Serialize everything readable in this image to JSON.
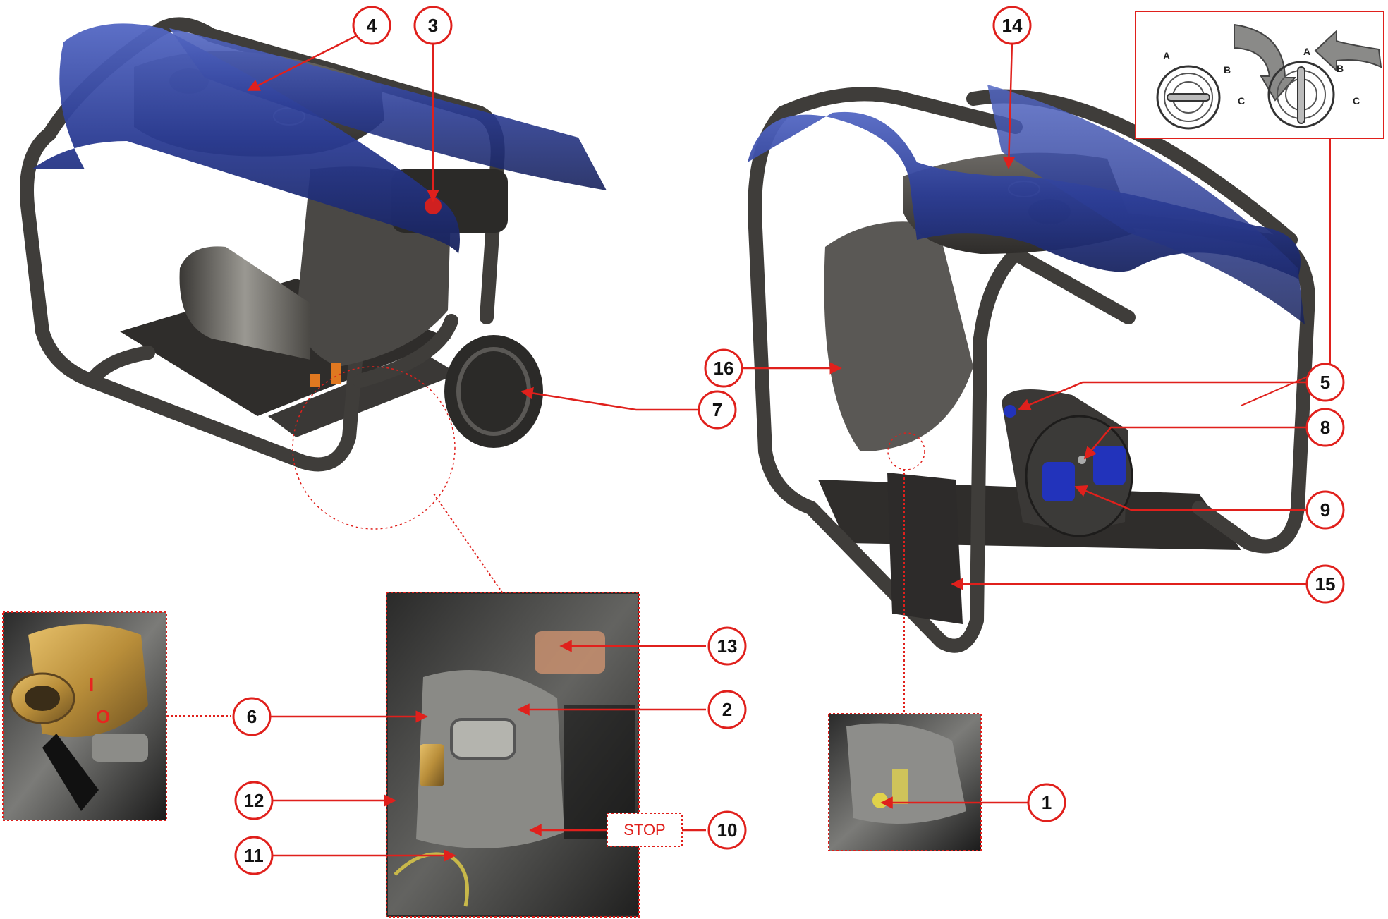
{
  "callouts": [
    {
      "id": "4",
      "label": "4"
    },
    {
      "id": "3",
      "label": "3"
    },
    {
      "id": "14",
      "label": "14"
    },
    {
      "id": "7",
      "label": "7"
    },
    {
      "id": "16",
      "label": "16"
    },
    {
      "id": "5",
      "label": "5"
    },
    {
      "id": "8",
      "label": "8"
    },
    {
      "id": "9",
      "label": "9"
    },
    {
      "id": "15",
      "label": "15"
    },
    {
      "id": "13",
      "label": "13"
    },
    {
      "id": "2",
      "label": "2"
    },
    {
      "id": "6",
      "label": "6"
    },
    {
      "id": "12",
      "label": "12"
    },
    {
      "id": "10",
      "label": "10"
    },
    {
      "id": "11",
      "label": "11"
    },
    {
      "id": "1",
      "label": "1"
    }
  ],
  "stop_label": "STOP",
  "key_switch_positions": {
    "a": "A",
    "b": "B",
    "c": "C"
  },
  "fuel_valve_positions": {
    "open": "I",
    "closed": "O"
  },
  "colors": {
    "callout_red": "#e0201c",
    "frame_gray": "#3f3d3a",
    "cover_blue": "#2a3a8c",
    "socket_blue": "#2233bb",
    "brass": "#b98e3a"
  }
}
